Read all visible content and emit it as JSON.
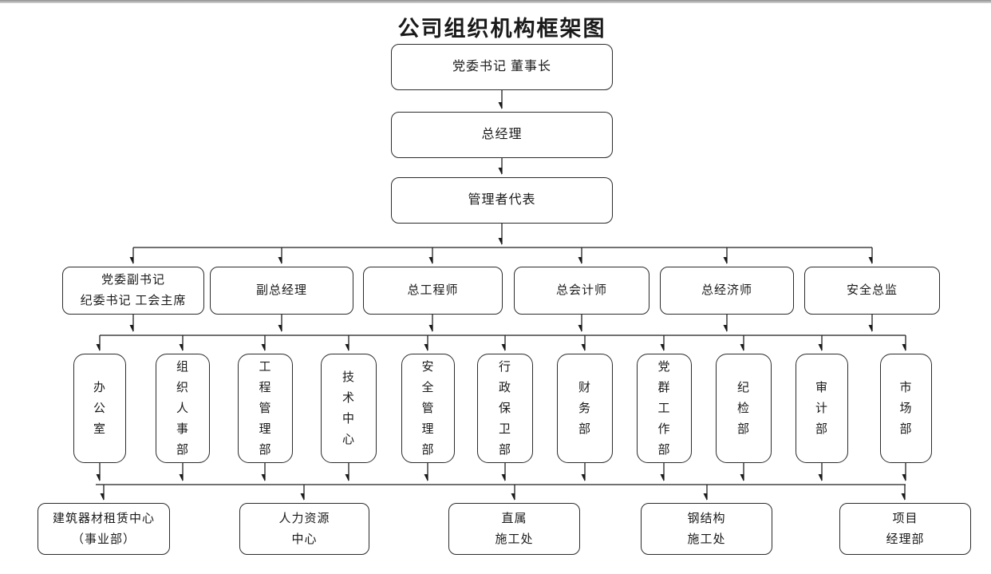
{
  "title": "公司组织机构框架图",
  "colors": {
    "line": "#1f1f1f",
    "box_border": "#2b2b2b",
    "background": "#ffffff"
  },
  "nodes": {
    "level1": "党委书记 董事长",
    "level2": "总经理",
    "level3": "管理者代表",
    "tier2": [
      "党委副书记\n纪委书记 工会主席",
      "副总经理",
      "总工程师",
      "总会计师",
      "总经济师",
      "安全总监"
    ],
    "tier3": [
      "办公室",
      "组织人事部",
      "工程管理部",
      "技术中心",
      "安全管理部",
      "行政保卫部",
      "财务部",
      "党群工作部",
      "纪检部",
      "审计部",
      "市场部"
    ],
    "tier4": [
      "建筑器材租赁中心\n（事业部）",
      "人力资源\n中心",
      "直属\n施工处",
      "钢结构\n施工处",
      "项目\n经理部"
    ]
  }
}
